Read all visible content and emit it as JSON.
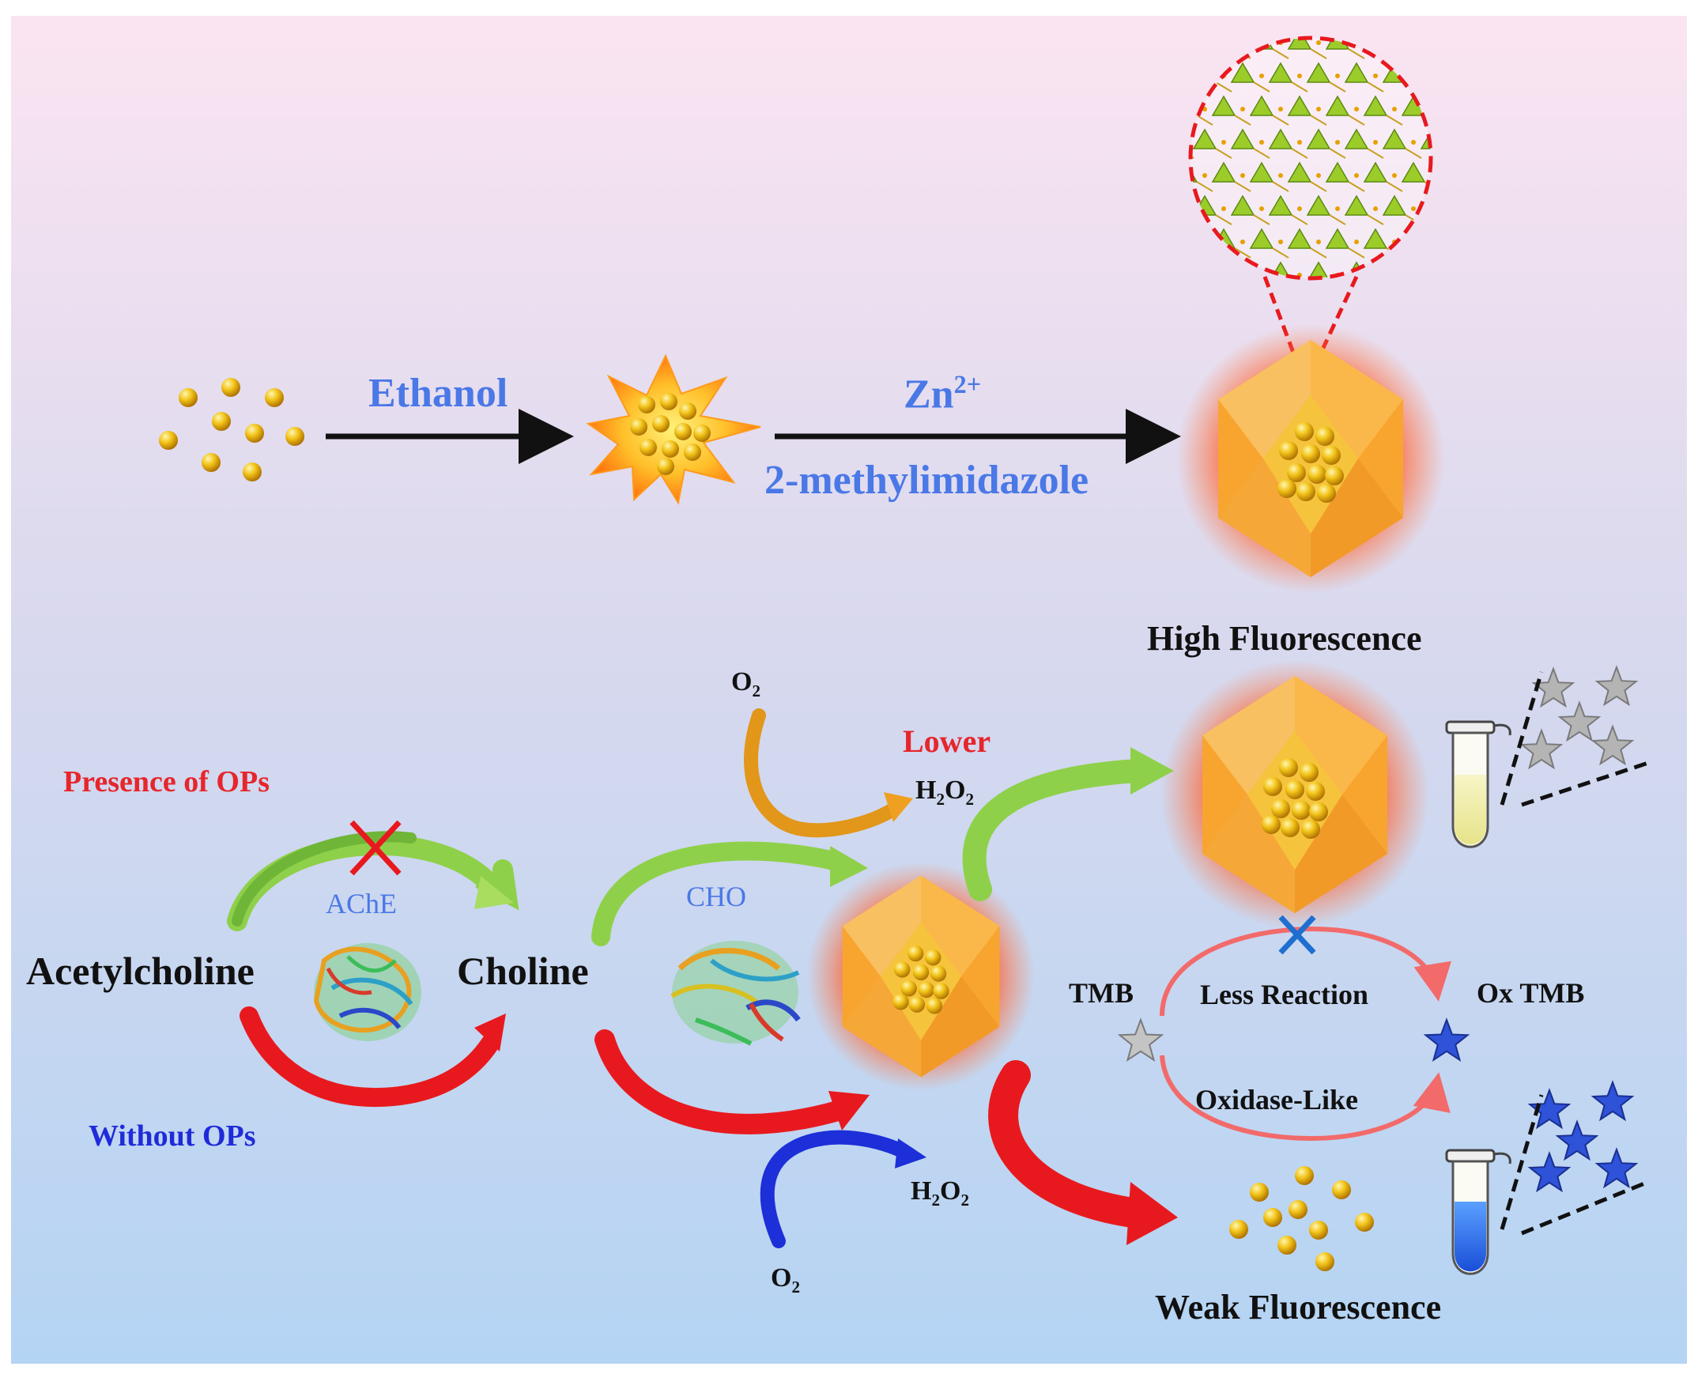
{
  "colors": {
    "bg_top": "#fbe4f1",
    "bg_bottom": "#b4d4f3",
    "blue_text": "#4a78e6",
    "red_text": "#e6262c",
    "navy_text": "#1f2bd9",
    "black_text": "#111111",
    "gold": "#f2bb14",
    "mof_orange": "#f8a530",
    "green_arrow": "#8fd04a",
    "red_arrow": "#e8191e",
    "blue_arrow": "#1c2fd8",
    "orange_arrow": "#f0a020",
    "star_gray": "#a6a6a6",
    "star_blue": "#2e52d8",
    "tmb_ring": "#f26a6a",
    "cross_red": "#e8191e",
    "cross_blue": "#1e6fd0"
  },
  "synthesis": {
    "step1_label": "Ethanol",
    "step2_label_base": "Zn",
    "step2_label_sup": "2+",
    "step2_label_line2": "2-methylimidazole"
  },
  "detection": {
    "high_fluorescence": "High Fluorescence",
    "weak_fluorescence": "Weak Fluorescence",
    "presence_ops": "Presence of OPs",
    "without_ops": "Without OPs",
    "ache": "AChE",
    "cho": "CHO",
    "acetylcholine": "Acetylcholine",
    "choline": "Choline",
    "lower": "Lower",
    "o2_top": {
      "base": "O",
      "sub": "2"
    },
    "o2_bottom": {
      "base": "O",
      "sub": "2"
    },
    "h2o2_top": {
      "a": "H",
      "s1": "2",
      "b": "O",
      "s2": "2"
    },
    "h2o2_bottom": {
      "a": "H",
      "s1": "2",
      "b": "O",
      "s2": "2"
    },
    "tmb": "TMB",
    "ox_tmb": "Ox TMB",
    "less_reaction": "Less Reaction",
    "oxidase_like": "Oxidase-Like"
  },
  "icons": [
    "gold-nanocluster-icon",
    "aggregated-nanocluster-burst-icon",
    "zif8-dodecahedron-icon",
    "mof-framework-zoom-icon",
    "enzyme-ache-structure-icon",
    "enzyme-cho-structure-icon",
    "cross-inhibition-icon",
    "star-icon",
    "test-tube-icon"
  ]
}
